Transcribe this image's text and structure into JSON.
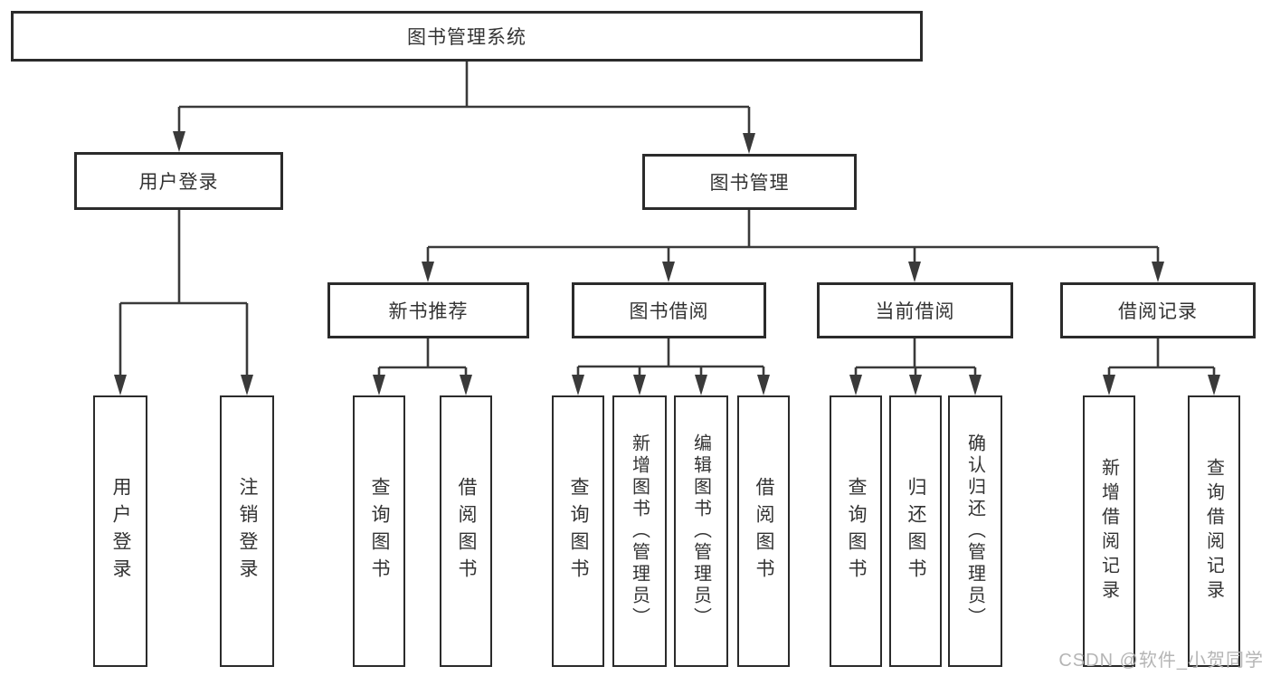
{
  "diagram": {
    "root": {
      "label": "图书管理系统"
    },
    "user_login": {
      "label": "用户登录",
      "children": [
        {
          "label": "用户登录"
        },
        {
          "label": "注销登录"
        }
      ]
    },
    "book_mgmt": {
      "label": "图书管理"
    },
    "new_book_rec": {
      "label": "新书推荐",
      "children": [
        {
          "label": "查询图书"
        },
        {
          "label": "借阅图书"
        }
      ]
    },
    "book_borrow": {
      "label": "图书借阅",
      "children": [
        {
          "label": "查询图书"
        },
        {
          "label": "新增图书（管理员）"
        },
        {
          "label": "编辑图书（管理员）"
        },
        {
          "label": "借阅图书"
        }
      ]
    },
    "current_borrow": {
      "label": "当前借阅",
      "children": [
        {
          "label": "查询图书"
        },
        {
          "label": "归还图书"
        },
        {
          "label": "确认归还（管理员）"
        }
      ]
    },
    "borrow_records": {
      "label": "借阅记录",
      "children": [
        {
          "label": "新增借阅记录"
        },
        {
          "label": "查询借阅记录"
        }
      ]
    }
  },
  "watermark": {
    "text": "CSDN @软件_小贺同学"
  },
  "colors": {
    "border": "#2b2b2b",
    "line": "#3a3a3a",
    "text": "#333333",
    "bg": "#ffffff",
    "watermark": "#b5b5b5"
  }
}
